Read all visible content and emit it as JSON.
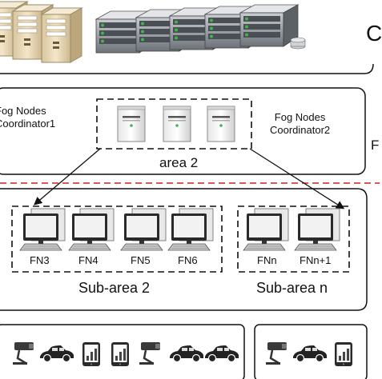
{
  "top_right_label": "C",
  "fog_layer": {
    "coord1_label_line1": "Fog Nodes",
    "coord1_label_line2": "Coordinator1",
    "coord2_label_line1": "Fog Nodes",
    "coord2_label_line2": "Coordinator2",
    "area_label": "area 2",
    "right_edge_label": "F"
  },
  "subareas": [
    {
      "label": "Sub-area 2",
      "nodes": [
        "FN3",
        "FN4",
        "FN5",
        "FN6"
      ]
    },
    {
      "label": "Sub-area n",
      "nodes": [
        "FNn",
        "FNn+1"
      ]
    }
  ],
  "colors": {
    "divider_red": "#cc2222",
    "box_line": "#111111",
    "server_gray": "#8a8f96",
    "tower_beige": "#e9d9b8",
    "led_green": "#3fb54a",
    "monitor_screen": "#f2f2f2"
  },
  "icons": [
    "tower-server-icon",
    "rack-server-icon",
    "fog-node-server-icon",
    "computer-icon",
    "camera-icon",
    "car-icon",
    "tablet-icon"
  ]
}
